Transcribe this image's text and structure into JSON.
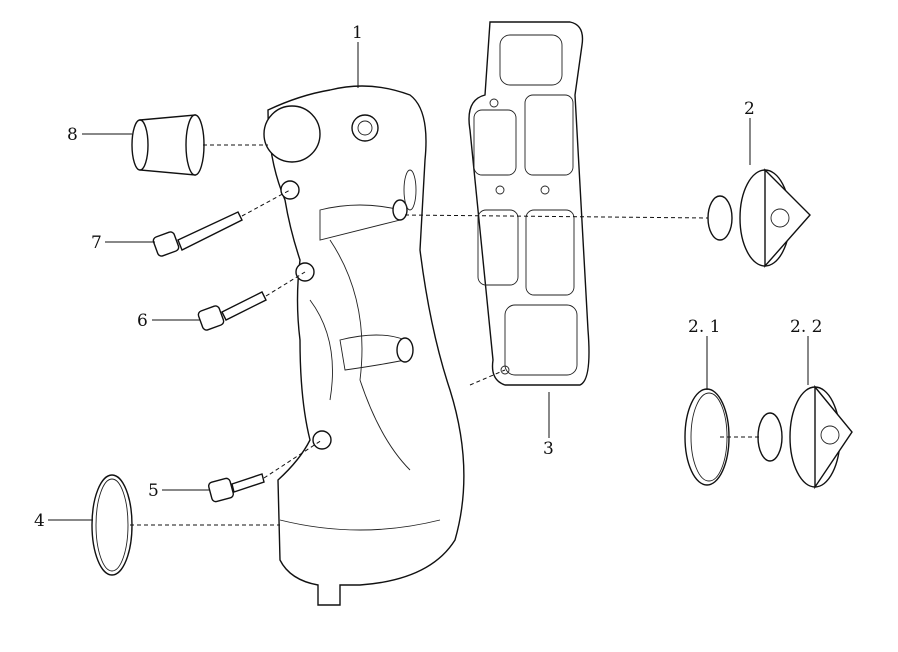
{
  "diagram": {
    "title": "Thermostat housing exploded view",
    "labels": {
      "housing": "1",
      "thermostat": "2",
      "seal_ring": "2. 1",
      "thermostat_insert": "2. 2",
      "gasket": "3",
      "o_ring": "4",
      "bolt_lower": "5",
      "bolt_middle": "6",
      "bolt_upper": "7",
      "pipe_sleeve": "8"
    }
  }
}
